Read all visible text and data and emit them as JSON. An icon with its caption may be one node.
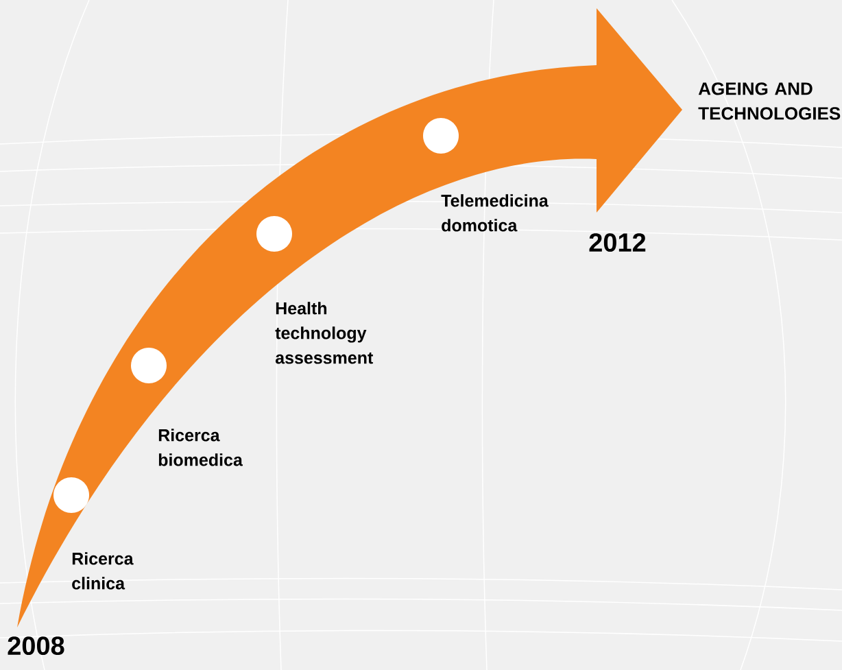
{
  "diagram": {
    "nodes": [
      {
        "text": [],
        "shape": "circle",
        "beside": [
          "Ricerca clinica"
        ]
      },
      {
        "text": [],
        "shape": "circle",
        "beside": [
          "Ricerca biomedica"
        ]
      },
      {
        "text": [],
        "shape": "circle",
        "beside": [
          "Health technology assessment"
        ]
      },
      {
        "text": [],
        "shape": "circle",
        "beside": [
          "Telemedicina domotica"
        ]
      }
    ],
    "labels": [
      "AGEING AND TECHNOLOGIES",
      "2012",
      "2008"
    ]
  }
}
